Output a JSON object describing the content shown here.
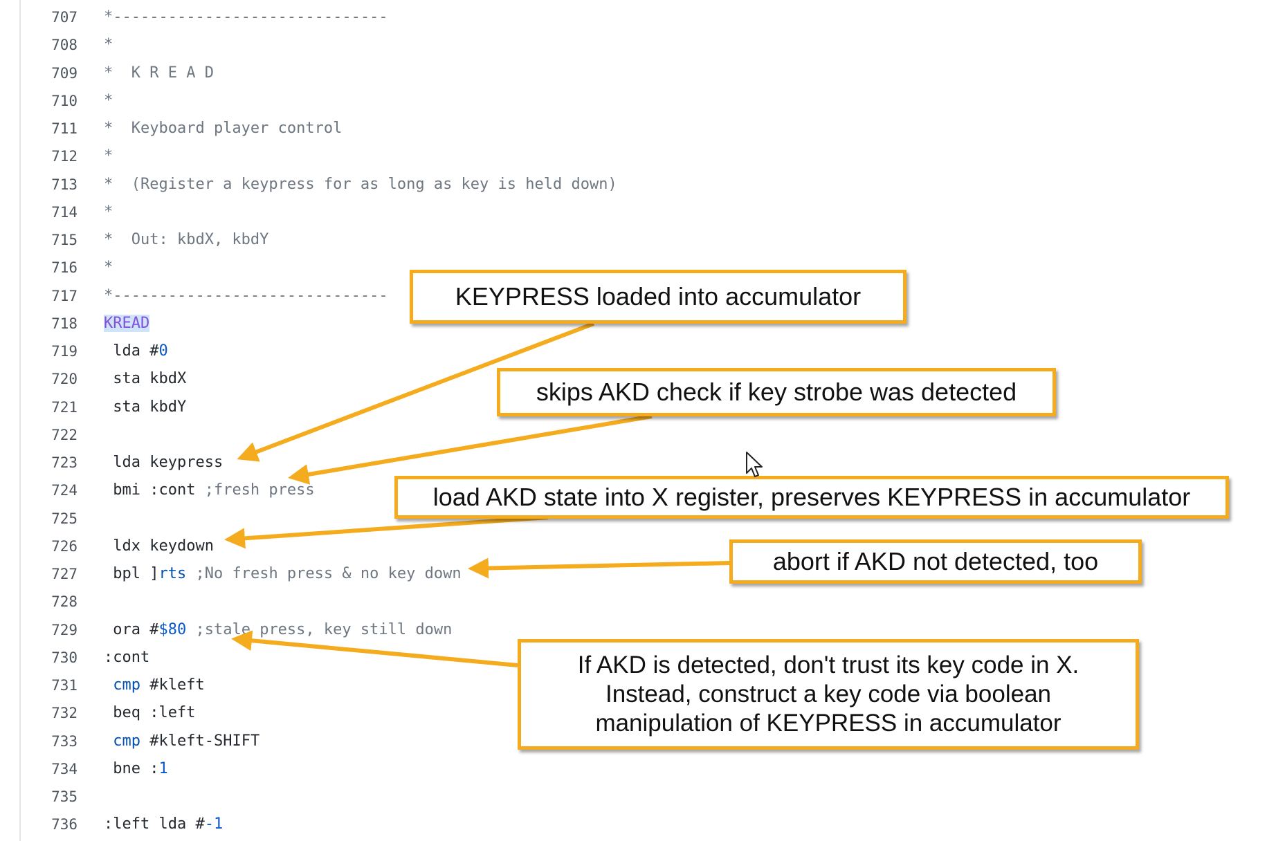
{
  "lines": [
    {
      "num": "707",
      "tokens": [
        {
          "t": "*------------------------------",
          "c": "cmt"
        }
      ]
    },
    {
      "num": "708",
      "tokens": [
        {
          "t": "*",
          "c": "cmt"
        }
      ]
    },
    {
      "num": "709",
      "tokens": [
        {
          "t": "*  K R E A D",
          "c": "cmt"
        }
      ]
    },
    {
      "num": "710",
      "tokens": [
        {
          "t": "*",
          "c": "cmt"
        }
      ]
    },
    {
      "num": "711",
      "tokens": [
        {
          "t": "*  Keyboard player control",
          "c": "cmt"
        }
      ]
    },
    {
      "num": "712",
      "tokens": [
        {
          "t": "*",
          "c": "cmt"
        }
      ]
    },
    {
      "num": "713",
      "tokens": [
        {
          "t": "*  (Register a keypress for as long as key is held down)",
          "c": "cmt"
        }
      ]
    },
    {
      "num": "714",
      "tokens": [
        {
          "t": "*",
          "c": "cmt"
        }
      ]
    },
    {
      "num": "715",
      "tokens": [
        {
          "t": "*  Out: kbdX, kbdY",
          "c": "cmt"
        }
      ]
    },
    {
      "num": "716",
      "tokens": [
        {
          "t": "*",
          "c": "cmt"
        }
      ]
    },
    {
      "num": "717",
      "tokens": [
        {
          "t": "*------------------------------",
          "c": "cmt"
        }
      ]
    },
    {
      "num": "718",
      "tokens": [
        {
          "t": "KREAD",
          "c": "lbl"
        }
      ]
    },
    {
      "num": "719",
      "tokens": [
        {
          "t": " lda #",
          "c": ""
        },
        {
          "t": "0",
          "c": "num"
        }
      ]
    },
    {
      "num": "720",
      "tokens": [
        {
          "t": " sta kbdX",
          "c": ""
        }
      ]
    },
    {
      "num": "721",
      "tokens": [
        {
          "t": " sta kbdY",
          "c": ""
        }
      ]
    },
    {
      "num": "722",
      "tokens": []
    },
    {
      "num": "723",
      "tokens": [
        {
          "t": " lda keypress",
          "c": ""
        }
      ]
    },
    {
      "num": "724",
      "tokens": [
        {
          "t": " bmi :cont ",
          "c": ""
        },
        {
          "t": ";fresh press",
          "c": "cmt"
        }
      ]
    },
    {
      "num": "725",
      "tokens": []
    },
    {
      "num": "726",
      "tokens": [
        {
          "t": " ldx keydown",
          "c": ""
        }
      ]
    },
    {
      "num": "727",
      "tokens": [
        {
          "t": " bpl ]",
          "c": ""
        },
        {
          "t": "rts",
          "c": "kw"
        },
        {
          "t": " ;No fresh press & no key down",
          "c": "cmt"
        }
      ]
    },
    {
      "num": "728",
      "tokens": []
    },
    {
      "num": "729",
      "tokens": [
        {
          "t": " ora #",
          "c": ""
        },
        {
          "t": "$80",
          "c": "num"
        },
        {
          "t": " ;stale press, key still down",
          "c": "cmt"
        }
      ]
    },
    {
      "num": "730",
      "tokens": [
        {
          "t": ":cont",
          "c": ""
        }
      ]
    },
    {
      "num": "731",
      "tokens": [
        {
          "t": " ",
          "c": ""
        },
        {
          "t": "cmp",
          "c": "kw"
        },
        {
          "t": " #kleft",
          "c": ""
        }
      ]
    },
    {
      "num": "732",
      "tokens": [
        {
          "t": " beq :left",
          "c": ""
        }
      ]
    },
    {
      "num": "733",
      "tokens": [
        {
          "t": " ",
          "c": ""
        },
        {
          "t": "cmp",
          "c": "kw"
        },
        {
          "t": " #kleft-SHIFT",
          "c": ""
        }
      ]
    },
    {
      "num": "734",
      "tokens": [
        {
          "t": " bne :",
          "c": ""
        },
        {
          "t": "1",
          "c": "num"
        }
      ]
    },
    {
      "num": "735",
      "tokens": []
    },
    {
      "num": "736",
      "tokens": [
        {
          "t": ":left lda #",
          "c": ""
        },
        {
          "t": "-1",
          "c": "num"
        }
      ]
    }
  ],
  "callouts": {
    "c1": "KEYPRESS loaded into accumulator",
    "c2": "skips AKD check if key strobe was detected",
    "c3": "load AKD state into X register, preserves KEYPRESS in accumulator",
    "c4": "abort if AKD not detected, too",
    "c5": [
      "If AKD is detected, don't trust its key code in X.",
      "Instead, construct a key code via boolean",
      "manipulation of KEYPRESS in accumulator"
    ]
  },
  "colors": {
    "accent": "#f4ac1e",
    "label_highlight": "#cfe4f8",
    "label_text": "#8250df",
    "keyword": "#0550ae",
    "comment": "#6e7781"
  },
  "icons": [
    "mouse-cursor-icon"
  ]
}
